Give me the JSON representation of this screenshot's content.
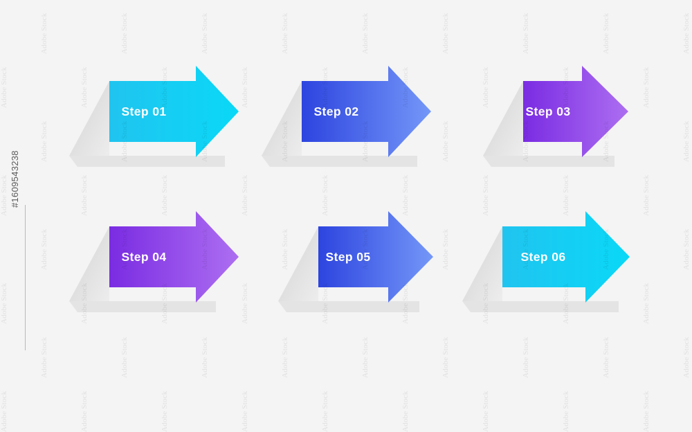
{
  "background_color": "#f4f4f4",
  "watermark": {
    "text": "Adobe Stock",
    "side_text": "#1609543238"
  },
  "diagram": {
    "type": "arrow-steps-infographic",
    "rows": 2,
    "columns": 3,
    "steps": [
      {
        "id": "step-01",
        "label": "Step 01",
        "row": 1,
        "column": 1,
        "direction": "right",
        "gradient_from": "#22c7f0",
        "gradient_to": "#0fd7f5",
        "shadow_color": "#d8d8d8"
      },
      {
        "id": "step-02",
        "label": "Step 02",
        "row": 1,
        "column": 2,
        "direction": "right",
        "gradient_from": "#2f4ae0",
        "gradient_to": "#6f93f7",
        "shadow_color": "#d8d8d8"
      },
      {
        "id": "step-03",
        "label": "Step 03",
        "row": 1,
        "column": 3,
        "direction": "right",
        "gradient_from": "#7a2fe0",
        "gradient_to": "#ab6cf0",
        "shadow_color": "#d8d8d8"
      },
      {
        "id": "step-04",
        "label": "Step 04",
        "row": 2,
        "column": 1,
        "direction": "right",
        "gradient_from": "#7a2fe0",
        "gradient_to": "#ab6cf0",
        "shadow_color": "#d8d8d8"
      },
      {
        "id": "step-05",
        "label": "Step 05",
        "row": 2,
        "column": 2,
        "direction": "right",
        "gradient_from": "#2f4ae0",
        "gradient_to": "#6f93f7",
        "shadow_color": "#d8d8d8"
      },
      {
        "id": "step-06",
        "label": "Step 06",
        "row": 2,
        "column": 3,
        "direction": "right",
        "gradient_from": "#22c7f0",
        "gradient_to": "#0fd7f5",
        "shadow_color": "#d8d8d8"
      }
    ]
  }
}
